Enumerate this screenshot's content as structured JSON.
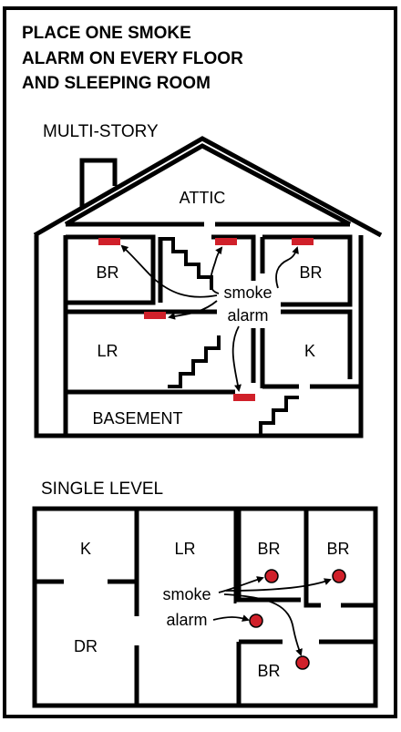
{
  "heading": {
    "line1": "PLACE ONE SMOKE",
    "line2": "ALARM ON EVERY FLOOR",
    "line3": "AND SLEEPING ROOM"
  },
  "multi_story": {
    "label": "MULTI-STORY",
    "rooms": {
      "attic": "ATTIC",
      "br_left": "BR",
      "br_right": "BR",
      "lr": "LR",
      "k": "K",
      "basement": "BASEMENT"
    },
    "callout": {
      "line1": "smoke",
      "line2": "alarm"
    }
  },
  "single_level": {
    "label": "SINGLE LEVEL",
    "rooms": {
      "k": "K",
      "lr": "LR",
      "br_1": "BR",
      "br_2": "BR",
      "dr": "DR",
      "br_3": "BR"
    },
    "callout": {
      "line1": "smoke",
      "line2": "alarm"
    }
  },
  "colors": {
    "alarm": "#d0202a",
    "ink": "#000000"
  }
}
